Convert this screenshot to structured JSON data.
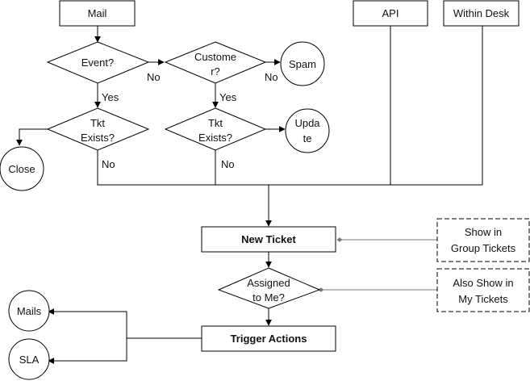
{
  "nodes": {
    "mail": "Mail",
    "api": "API",
    "within_desk": "Within Desk",
    "event": "Event?",
    "customer": [
      "Custome",
      "r?"
    ],
    "spam": "Spam",
    "tkt_exists_1": [
      "Tkt",
      "Exists?"
    ],
    "tkt_exists_2": [
      "Tkt",
      "Exists?"
    ],
    "update": [
      "Upda",
      "te"
    ],
    "close": "Close",
    "new_ticket": "New Ticket",
    "assigned_to_me": [
      "Assigned",
      "to Me?"
    ],
    "trigger_actions": "Trigger Actions",
    "mails": "Mails",
    "sla": "SLA",
    "show_group": [
      "Show in",
      "Group Tickets"
    ],
    "show_my": [
      "Also Show in",
      "My Tickets"
    ]
  },
  "edge_labels": {
    "event_no": "No",
    "customer_no": "No",
    "event_yes": "Yes",
    "customer_yes": "Yes",
    "tkt1_no": "No",
    "tkt2_no": "No"
  },
  "colors": {
    "stroke": "#000000",
    "annotation_connector": "#7a7a7a"
  }
}
